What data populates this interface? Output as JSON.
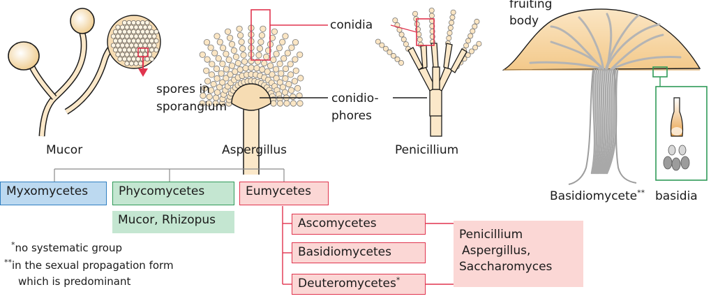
{
  "labels": {
    "spores": "spores in",
    "spores_2": "sporangium",
    "conidia": "conidia",
    "conidiophores": "conidio-",
    "conidiophores_2": "phores",
    "fruiting": "fruiting",
    "body": "body",
    "mucor": "Mucor",
    "aspergillus": "Aspergillus",
    "penicillium": "Penicillium",
    "basidiomycete": "Basidiomycete",
    "basidiomycete_mark": "**",
    "basidia": "basidia"
  },
  "tree": {
    "myxomycetes": "Myxomycetes",
    "phycomycetes": "Phycomycetes",
    "phyco_examples": "Mucor, Rhizopus",
    "eumycetes": "Eumycetes",
    "ascomycetes": "Ascomycetes",
    "basidiomycetes": "Basidiomycetes",
    "deuteromycetes": "Deuteromycetes",
    "deutero_mark": "*",
    "examples_1": "Penicillium",
    "examples_2": "Aspergillus,",
    "examples_3": "Saccharomyces"
  },
  "notes": {
    "note1_mark": "*",
    "note1": "no systematic group",
    "note2_mark": "**",
    "note2": "in the sexual propagation form",
    "note2b": "which is predominant"
  }
}
